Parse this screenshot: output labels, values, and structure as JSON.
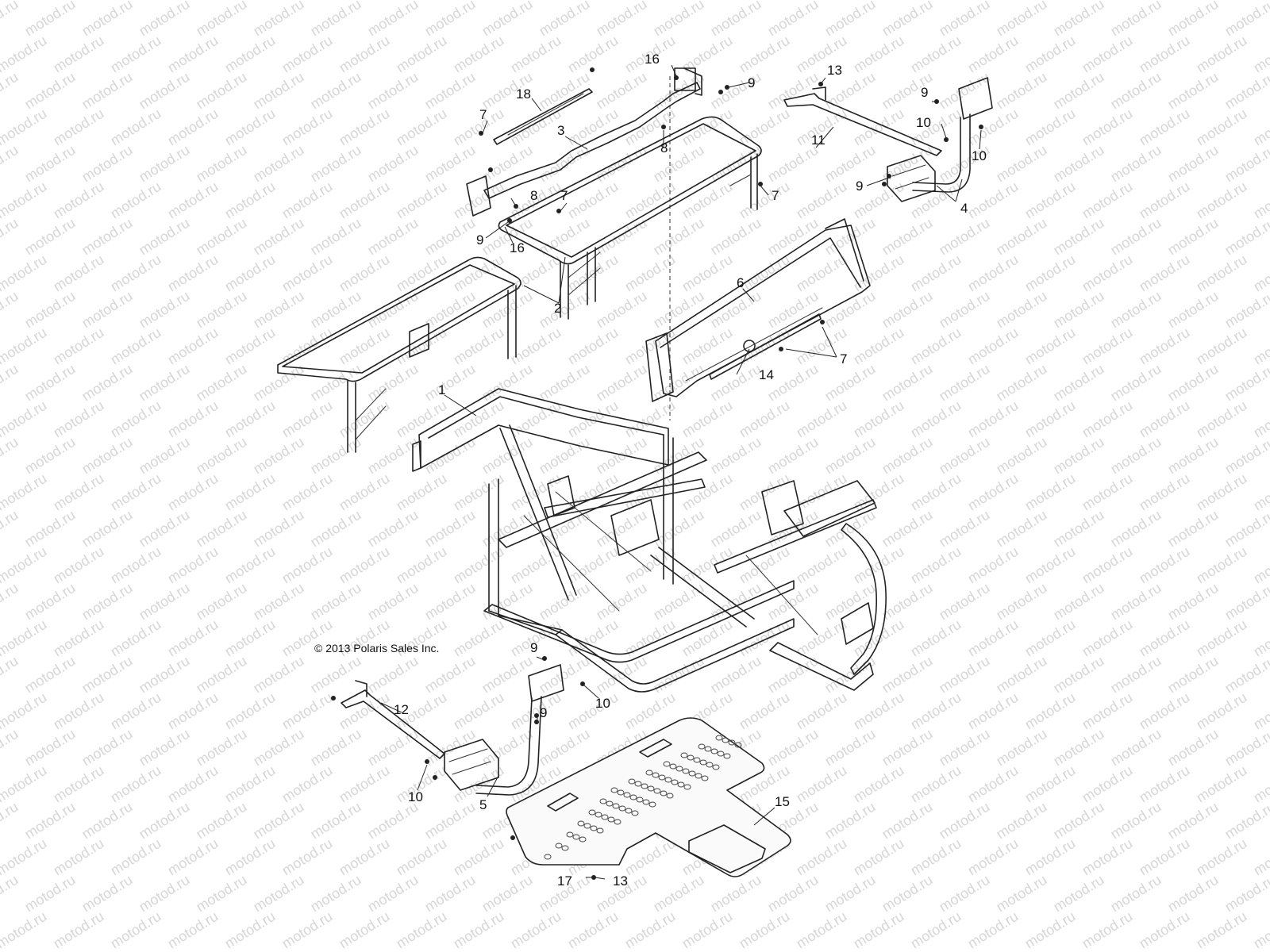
{
  "diagram": {
    "copyright": "© 2013 Polaris Sales Inc.",
    "watermark_text": "motod.ru",
    "callouts": {
      "c1": "1",
      "c2": "2",
      "c3": "3",
      "c4": "4",
      "c5": "5",
      "c6": "6",
      "c7a": "7",
      "c7b": "7",
      "c7c": "7",
      "c7d": "7",
      "c8a": "8",
      "c8b": "8",
      "c9a": "9",
      "c9b": "9",
      "c9c": "9",
      "c9d": "9",
      "c9e": "9",
      "c9f": "9",
      "c10a": "10",
      "c10b": "10",
      "c10c": "10",
      "c10d": "10",
      "c11": "11",
      "c12": "12",
      "c13a": "13",
      "c13b": "13",
      "c14": "14",
      "c15": "15",
      "c16a": "16",
      "c16b": "16",
      "c17": "17",
      "c18": "18"
    }
  }
}
